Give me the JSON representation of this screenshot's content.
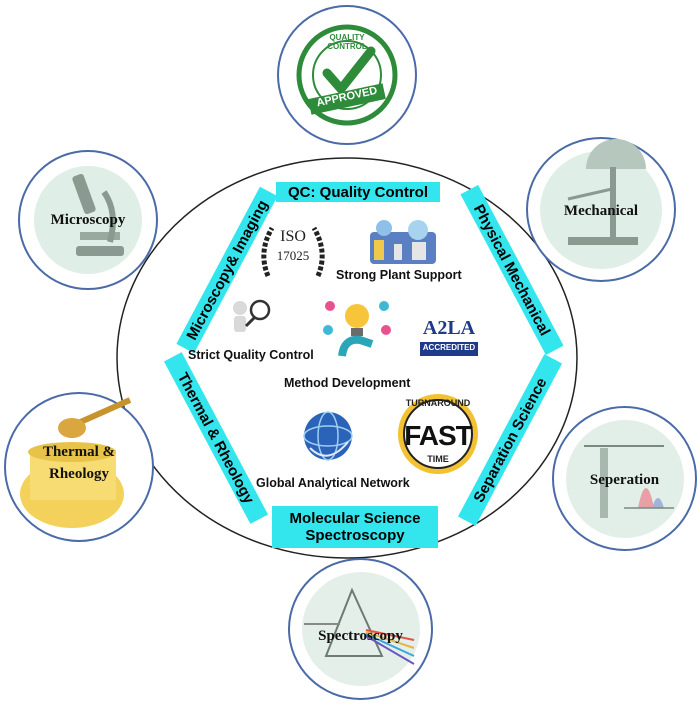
{
  "hexagon_sides": {
    "top": "QC: Quality Control",
    "upper_left": "Microscopy& Imaging",
    "upper_right": "Physical Mechanical",
    "lower_left": "Thermal & Rheology",
    "lower_right": "Separation Science",
    "bottom_line1": "Molecular Science",
    "bottom_line2": "Spectroscopy"
  },
  "center_items": {
    "iso_logo_text": "ISO",
    "iso_logo_number": "17025",
    "strong_plant_support": "Strong Plant Support",
    "strict_quality_control": "Strict Quality Control",
    "accredited_logo_text": "ACCREDITED",
    "method_development": "Method Development",
    "fast_logo_top": "TURNAROUND",
    "fast_logo_main": "FAST",
    "fast_logo_bottom": "TIME",
    "global_analytical_network": "Global Analytical Network"
  },
  "outer_nodes": {
    "quality_stamp_top": "QUALITY CONTROL",
    "quality_stamp_bottom": "APPROVED",
    "microscopy": "Microscopy",
    "mechanical": "Mechanical",
    "thermal_line1": "Thermal &",
    "thermal_line2": "Rheology",
    "separation": "Seperation",
    "spectroscopy": "Spectroscopy"
  },
  "colors": {
    "band": "#33e6ee",
    "node_border": "#4a6aa8",
    "stamp_green": "#2e8b3a"
  }
}
